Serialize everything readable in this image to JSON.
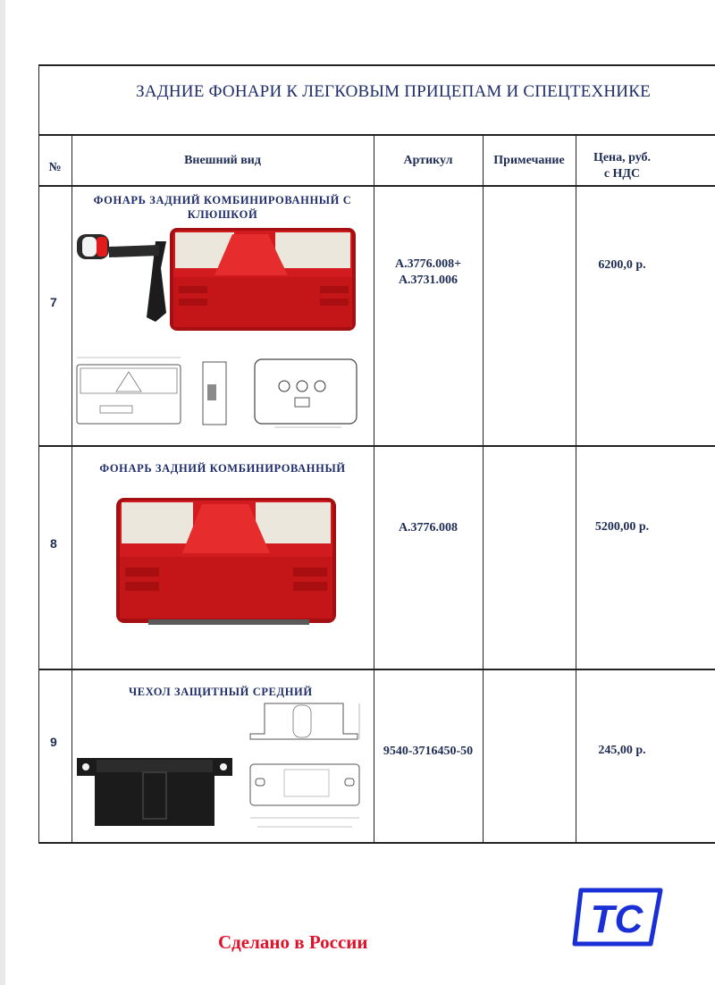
{
  "document": {
    "title": "ЗАДНИЕ ФОНАРИ К ЛЕГКОВЫМ ПРИЦЕПАМ И СПЕЦТЕХНИКЕ",
    "footer": "Сделано в России",
    "logo_text": "TC"
  },
  "table": {
    "headers": {
      "num": "№",
      "appearance": "Внешний вид",
      "article": "Артикул",
      "note": "Примечание",
      "price_line1": "Цена, руб.",
      "price_line2": "с НДС"
    },
    "rows": [
      {
        "num": "7",
        "name_line1": "ФОНАРЬ ЗАДНИЙ КОМБИНИРОВАННЫЙ С",
        "name_line2": "КЛЮШКОЙ",
        "article_line1": "А.3776.008+",
        "article_line2": "А.3731.006",
        "note": "",
        "price": "6200,0 р."
      },
      {
        "num": "8",
        "name_line1": "ФОНАРЬ ЗАДНИЙ КОМБИНИРОВАННЫЙ",
        "article_line1": "А.3776.008",
        "note": "",
        "price": "5200,00 р."
      },
      {
        "num": "9",
        "name_line1": "ЧЕХОЛ ЗАЩИТНЫЙ СРЕДНИЙ",
        "article_line1": "9540-3716450-50",
        "note": "",
        "price": "245,00 р."
      }
    ]
  },
  "colors": {
    "accent_red": "#e0122a",
    "logo_blue": "#1a2fd6",
    "text_navy": "#1f2d55"
  }
}
